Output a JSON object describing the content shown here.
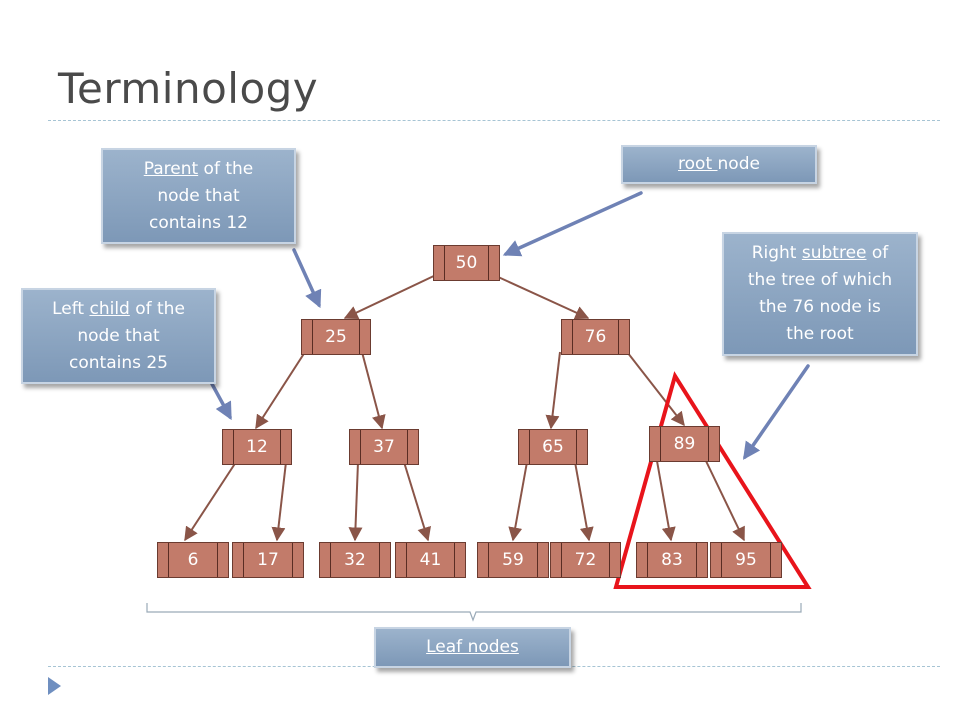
{
  "slide": {
    "title": "Terminology"
  },
  "tree": {
    "nodes": [
      "50",
      "25",
      "76",
      "12",
      "37",
      "65",
      "89",
      "6",
      "17",
      "32",
      "41",
      "59",
      "72",
      "83",
      "95"
    ]
  },
  "callouts": {
    "parent": {
      "term": "Parent",
      "line1_rest": " of the",
      "line2": "node that",
      "line3": "contains 12"
    },
    "left_child": {
      "line1_pre": "Left ",
      "term": "child",
      "line1_rest": " of the",
      "line2": "node that",
      "line3": "contains 25"
    },
    "root": {
      "term": "root ",
      "rest": "node"
    },
    "right_subtree": {
      "line1_pre": "Right ",
      "term": "subtree",
      "line1_rest": " of",
      "line2": "the tree of which",
      "line3": "the 76 node is",
      "line4": "the root"
    },
    "leaf": {
      "term": "Leaf nodes"
    }
  },
  "colors": {
    "node_fill": "#c27b6a",
    "edge": "#8a5548",
    "callout_fill": "#8aa4c1",
    "pointer_arrow": "#6f82b5",
    "highlight_triangle": "#e8141b",
    "title_text": "#4a4a4a"
  },
  "icons": {
    "bullet": "triangle-bullet-icon",
    "brace": "curly-brace-icon"
  }
}
